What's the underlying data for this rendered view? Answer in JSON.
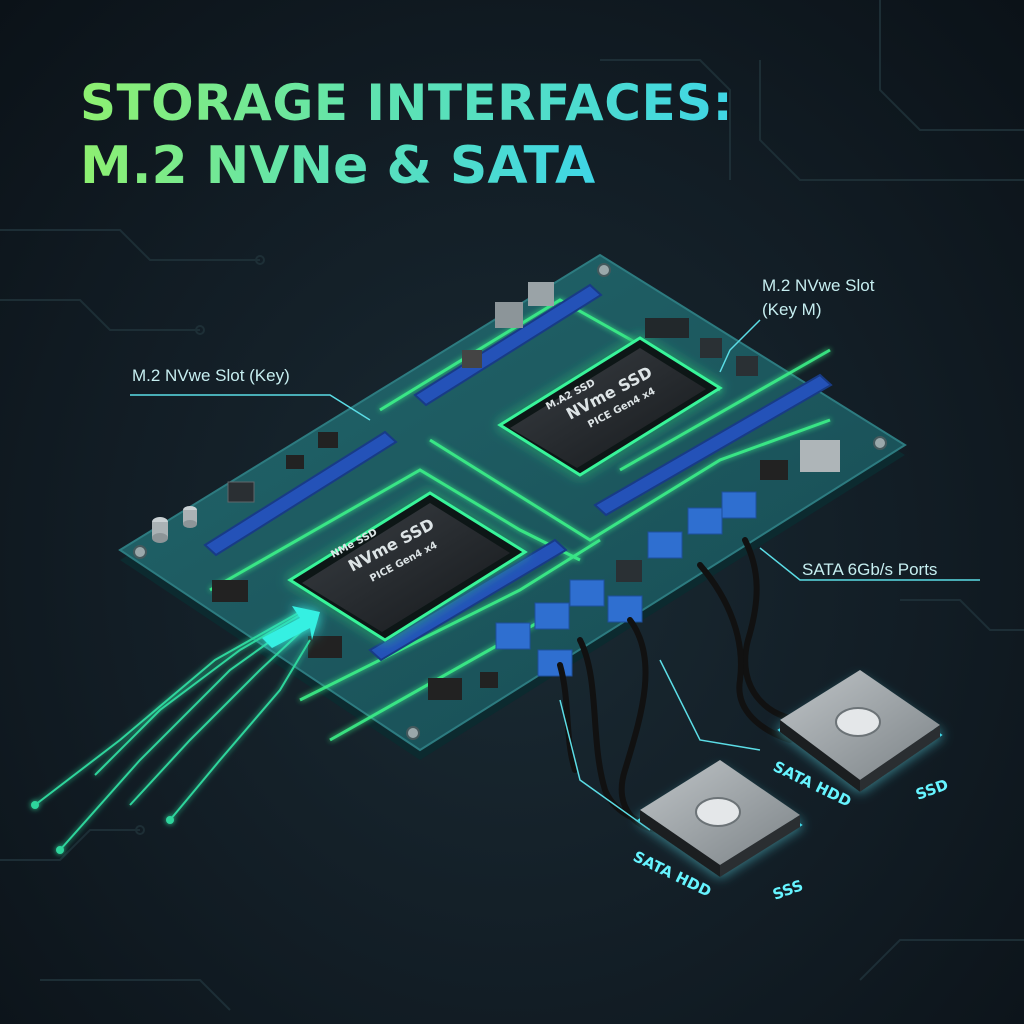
{
  "title": {
    "line1": "STORAGE INTERFACES:",
    "line2": "M.2 NVNe & SATA"
  },
  "callouts": {
    "nvme_slot_left": "M.2 NVwe Slot (Key)",
    "nvme_slot_right_line1": "M.2 NVwe Slot",
    "nvme_slot_right_line2": "(Key M)",
    "sata_ports": "SATA 6Gb/s Ports"
  },
  "ssd_modules": {
    "top": {
      "brand": "M.A2 SSD",
      "name": "NVme SSD",
      "spec": "PICE Gen4 x4"
    },
    "left": {
      "brand": "NMe SSD",
      "name": "NVme SSD",
      "spec": "PICE Gen4 x4"
    }
  },
  "drives": {
    "right": {
      "label_a": "SATA HDD",
      "label_b": "SSD"
    },
    "left": {
      "label_a": "SATA HDD",
      "label_b": "SSS"
    }
  },
  "colors": {
    "board": "#1d5a60",
    "slot": "#2452b8",
    "trace_glow": "#3cf58a",
    "accent_cyan": "#3fd6e6",
    "sata_port": "#2f6fd0"
  },
  "icons": [
    "motherboard-icon",
    "m2-ssd-icon",
    "sata-port-icon",
    "drive-icon",
    "arrow-icon"
  ]
}
